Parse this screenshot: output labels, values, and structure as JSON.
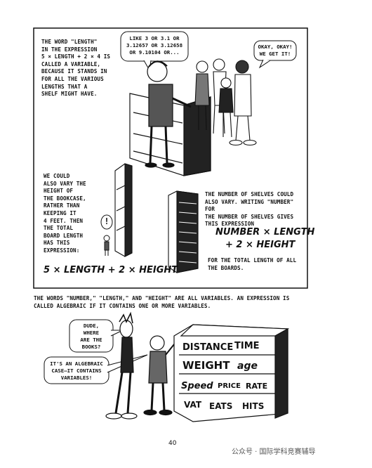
{
  "panel1": {
    "caption": [
      "THE WORD \"LENGTH\"",
      "IN THE EXPRESSION",
      "5 × LENGTH + 2 × 4 IS",
      "CALLED A VARIABLE,",
      "BECAUSE IT STANDS IN",
      "FOR ALL THE VARIOUS",
      "LENGTHS THAT A",
      "SHELF MIGHT HAVE."
    ],
    "bubble_teacher": [
      "LIKE 3 OR 3.1 OR",
      "3.12657 OR 3.12658",
      "OR 9.10104 OR..."
    ],
    "bubble_students": [
      "OKAY, OKAY!",
      "WE GET IT!"
    ],
    "caption_height": [
      "WE COULD",
      "ALSO VARY THE",
      "HEIGHT OF",
      "THE BOOKCASE,",
      "RATHER THAN",
      "KEEPING IT",
      "4 FEET. THEN",
      "THE TOTAL",
      "BOARD LENGTH",
      "HAS THIS",
      "EXPRESSION:"
    ],
    "expr_height": "5 × LENGTH + 2 × HEIGHT",
    "caption_shelves": [
      "THE NUMBER OF SHELVES COULD",
      "ALSO VARY. WRITING \"NUMBER\" FOR",
      "THE NUMBER OF SHELVES GIVES",
      "THIS EXPRESSION"
    ],
    "expr_shelves_line1": "NUMBER × LENGTH",
    "expr_shelves_line2": "+ 2 × HEIGHT",
    "caption_shelves_end": [
      "FOR THE TOTAL LENGTH OF ALL",
      "THE BOARDS."
    ],
    "exclaim": "!"
  },
  "panel2": {
    "caption": [
      "THE WORDS \"NUMBER,\" \"LENGTH,\" AND \"HEIGHT\" ARE ALL VARIABLES. AN EXPRESSION IS",
      "CALLED ALGEBRAIC IF IT CONTAINS ONE OR MORE VARIABLES."
    ],
    "bubble_tall": [
      "DUDE,",
      "WHERE",
      "ARE THE",
      "BOOKS?"
    ],
    "bubble_short": [
      "IT'S AN ALGEBRAIC",
      "CASE—IT CONTAINS",
      "VARIABLES!"
    ],
    "shelf_books": [
      "DISTANCE",
      "TIME",
      "WEIGHT",
      "age",
      "Speed",
      "PRICE",
      "RATE",
      "VAT",
      "EATS",
      "HITS"
    ]
  },
  "page_number": "40",
  "watermark": "公众号 · 国际学科竞赛辅导"
}
